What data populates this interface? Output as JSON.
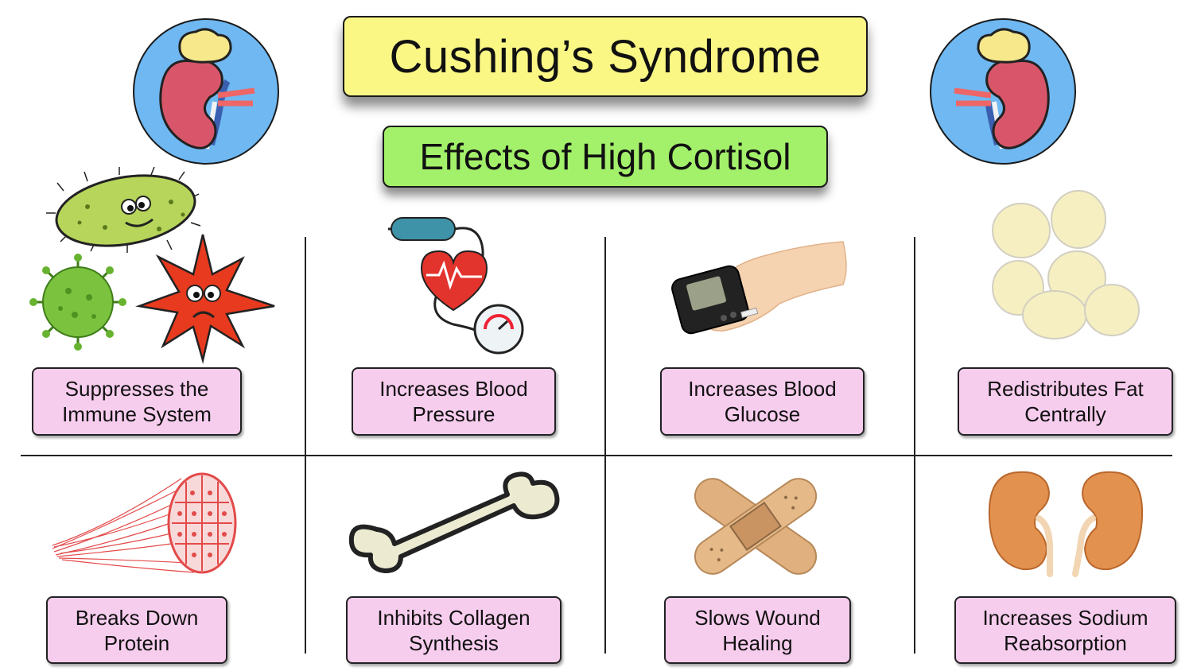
{
  "title": "Cushing’s Syndrome",
  "subtitle": "Effects of High Cortisol",
  "icons": {
    "adrenal_left": "adrenal-gland-kidney-icon",
    "adrenal_right": "adrenal-gland-kidney-icon",
    "microbes": "germs-virus-icon",
    "blood_pressure": "blood-pressure-cuff-heart-icon",
    "glucometer": "glucose-meter-hand-icon",
    "fat": "fat-cells-icon",
    "muscle": "muscle-fiber-icon",
    "bone": "bone-icon",
    "bandage": "crossed-bandages-icon",
    "kidneys": "kidneys-icon"
  },
  "colors": {
    "title_bg": "#fbf785",
    "subtitle_bg": "#a3f06a",
    "label_bg": "#f7cdee",
    "circle_bg": "#6fb8f2"
  },
  "effects": [
    {
      "line1": "Suppresses the",
      "line2": "Immune System"
    },
    {
      "line1": "Increases Blood",
      "line2": "Pressure"
    },
    {
      "line1": "Increases Blood",
      "line2": "Glucose"
    },
    {
      "line1": "Redistributes Fat",
      "line2": "Centrally"
    },
    {
      "line1": "Breaks Down",
      "line2": "Protein"
    },
    {
      "line1": "Inhibits Collagen",
      "line2": "Synthesis"
    },
    {
      "line1": "Slows Wound",
      "line2": "Healing"
    },
    {
      "line1": "Increases Sodium",
      "line2": "Reabsorption"
    }
  ]
}
